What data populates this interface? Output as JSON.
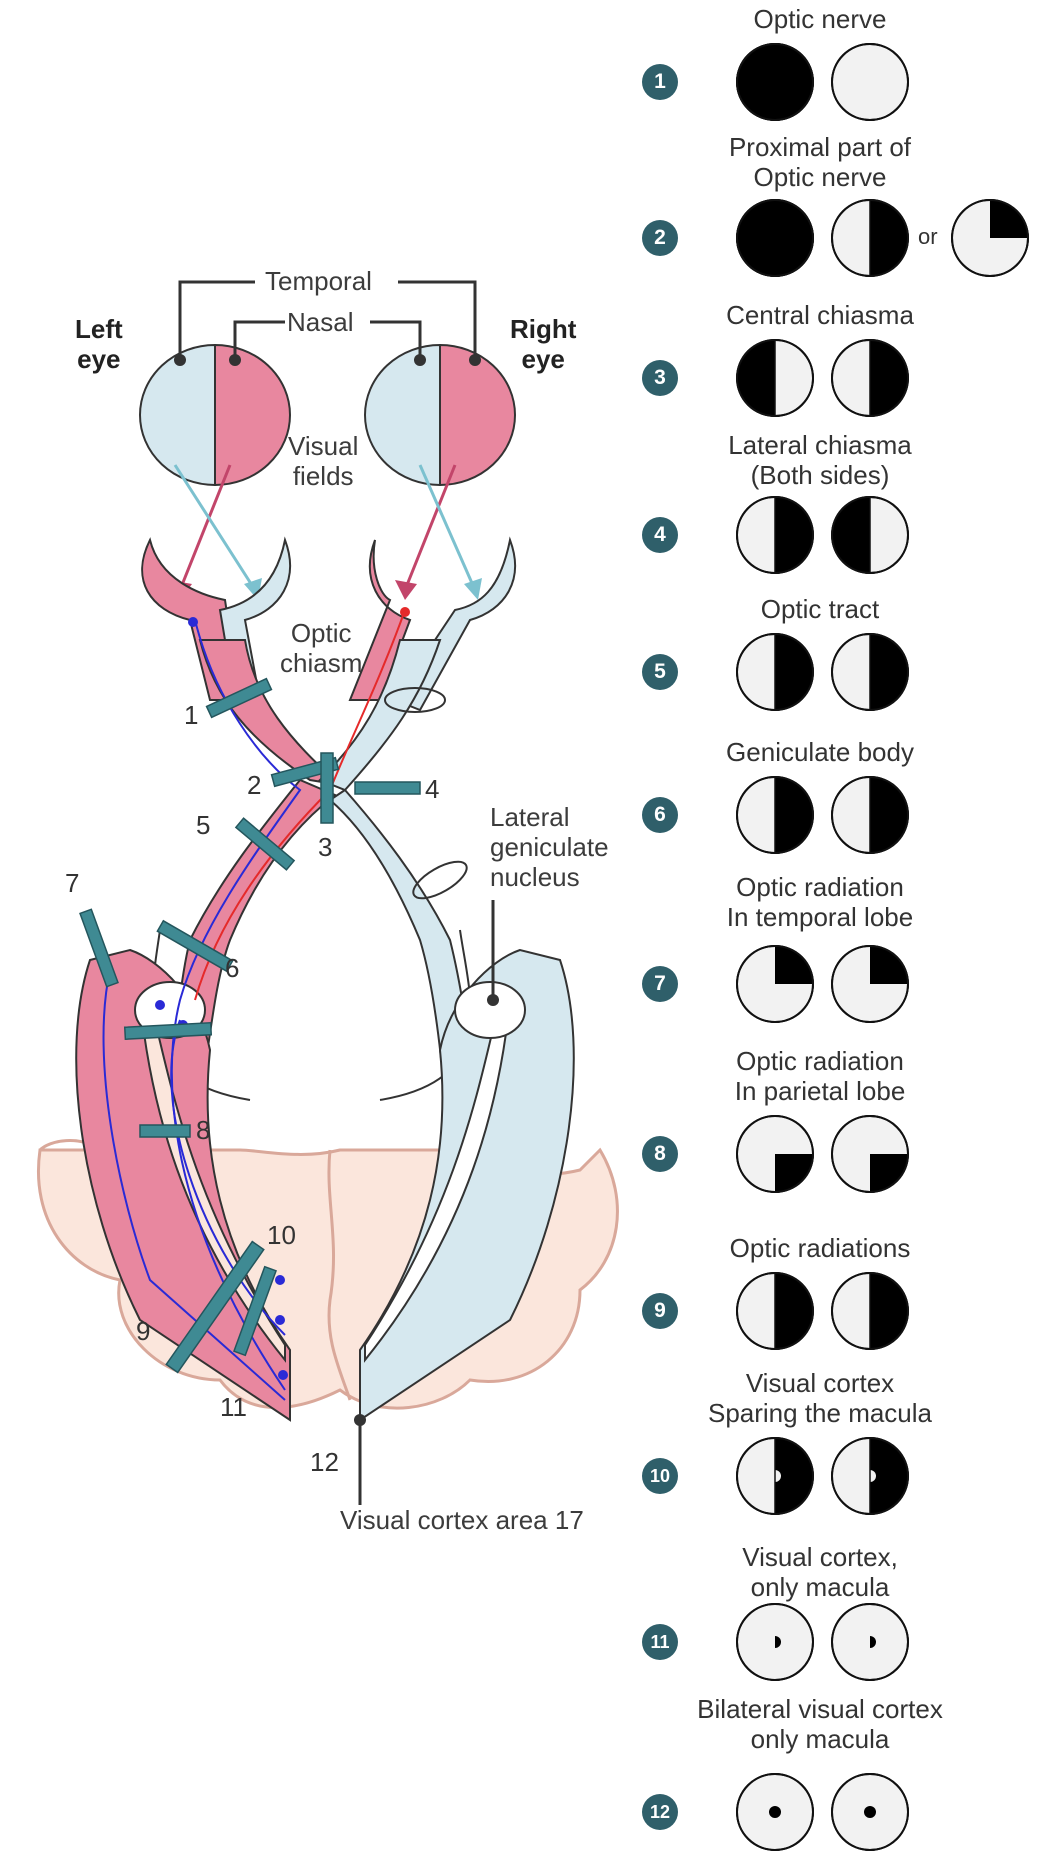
{
  "diagram": {
    "labels": {
      "temporal": "Temporal",
      "nasal": "Nasal",
      "left_eye": "Left\neye",
      "right_eye": "Right\neye",
      "visual_fields": "Visual\nfields",
      "optic_chiasm": "Optic\nchiasm",
      "lateral_geniculate_nucleus": "Lateral\ngeniculate\nnucleus",
      "visual_cortex_area_17": "Visual cortex area 17"
    },
    "lesion_numbers": [
      "1",
      "2",
      "3",
      "4",
      "5",
      "6",
      "7",
      "8",
      "9",
      "10",
      "11",
      "12"
    ],
    "colors": {
      "temporal": "#d6e8ef",
      "nasal": "#e8879f",
      "lesion": "#3f8a93",
      "cortex": "#fbe6dc",
      "fiber": "#2a2ad6"
    }
  },
  "defects": [
    {
      "num": "1",
      "title": "Optic nerve",
      "left": "full",
      "right": "none"
    },
    {
      "num": "2",
      "title": "Proximal part of\nOptic nerve",
      "left": "full",
      "right": "right-half",
      "alt": "upper-right-quadrant",
      "or_label": "or"
    },
    {
      "num": "3",
      "title": "Central chiasma",
      "left": "left-half",
      "right": "right-half"
    },
    {
      "num": "4",
      "title": "Lateral chiasma\n(Both sides)",
      "left": "right-half",
      "right": "left-half"
    },
    {
      "num": "5",
      "title": "Optic tract",
      "left": "right-half",
      "right": "right-half"
    },
    {
      "num": "6",
      "title": "Geniculate body",
      "left": "right-half",
      "right": "right-half"
    },
    {
      "num": "7",
      "title": "Optic radiation\nIn temporal lobe",
      "left": "upper-right-quadrant",
      "right": "upper-right-quadrant"
    },
    {
      "num": "8",
      "title": "Optic radiation\nIn parietal lobe",
      "left": "lower-right-quadrant",
      "right": "lower-right-quadrant"
    },
    {
      "num": "9",
      "title": "Optic radiations",
      "left": "right-half",
      "right": "right-half"
    },
    {
      "num": "10",
      "title": "Visual cortex\nSparing the macula",
      "left": "right-half-macula-spared",
      "right": "right-half-macula-spared"
    },
    {
      "num": "11",
      "title": "Visual cortex,\nonly macula",
      "left": "macula-right",
      "right": "macula-right"
    },
    {
      "num": "12",
      "title": "Bilateral visual cortex\nonly macula",
      "left": "macula-both",
      "right": "macula-both"
    }
  ]
}
